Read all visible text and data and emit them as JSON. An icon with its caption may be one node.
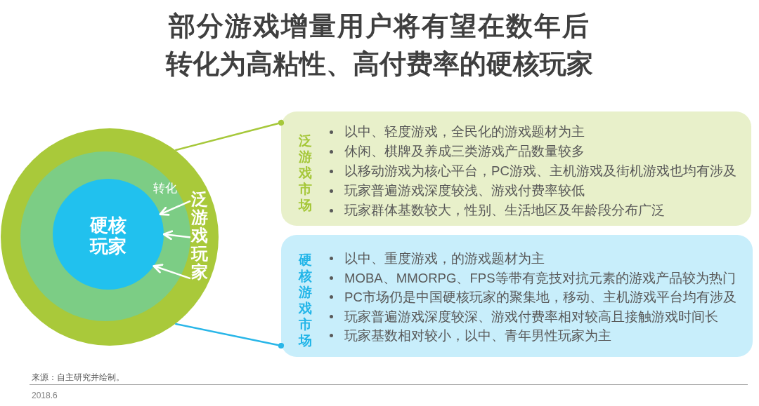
{
  "diagram": {
    "title": "部分游戏增量用户将有望在数年后转化为高粘性、高付费率的硬核玩家",
    "nodes": [
      {
        "text": [],
        "shape": "circle"
      },
      {
        "text": [],
        "shape": "circle",
        "in": 0
      },
      {
        "text": [
          "硬核玩家"
        ],
        "in": 1
      },
      {
        "text": [
          "泛游戏玩家"
        ],
        "in": 0
      },
      {
        "text": [
          "泛游戏市场",
          "以中、轻度游戏，全民化的游戏题材为主",
          "休闲、棋牌及养成三类游戏产品数量较多",
          "以移动游戏为核心平台，PC游戏、主机游戏及街机游戏也均有涉及",
          "玩家普遍游戏深度较浅、游戏付费率较低",
          "玩家群体基数较大，性别、生活地区及年龄段分布广泛"
        ]
      },
      {
        "text": [
          "硬核游戏市场",
          "以中、重度游戏，的游戏题材为主",
          "MOBA、MMORPG、FPS等带有竞技对抗元素的游戏产品较为热门",
          "PC市场仍是中国硬核玩家的聚集地，移动、主机游戏平台均有涉及",
          "玩家普遍游戏深度较深、游戏付费率相对较高且接触游戏时间长",
          "玩家基数相对较小，以中、青年男性玩家为主"
        ]
      }
    ],
    "edges": [
      {
        "from": 3,
        "to": 2,
        "arrow": "to",
        "label": "转化"
      },
      {
        "from": 3,
        "to": 2,
        "arrow": "to"
      },
      {
        "from": 3,
        "to": 2,
        "arrow": "to"
      },
      {
        "from": 0,
        "to": 4,
        "arrow": "other",
        "color": "#a6c83a"
      },
      {
        "from": 0,
        "to": 5,
        "arrow": "other",
        "color": "#29b6e8"
      }
    ],
    "labels": [
      "来源：自主研究并绘制。",
      "2018.6"
    ]
  }
}
